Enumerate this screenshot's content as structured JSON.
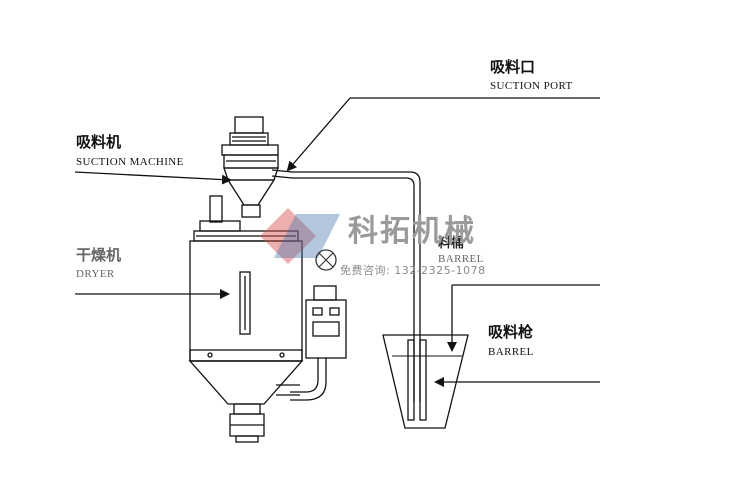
{
  "labels": {
    "suction_port_cn": "吸料口",
    "suction_port_en": "SUCTION PORT",
    "suction_machine_cn": "吸料机",
    "suction_machine_en": "SUCTION MACHINE",
    "dryer_cn": "干燥机",
    "dryer_en": "DRYER",
    "barrel_top_cn": "料桶",
    "barrel_top_en": "BARREL",
    "suction_gun_cn": "吸料枪",
    "suction_gun_en": "BARREL"
  },
  "watermark": {
    "brand": "科拓机械",
    "hotline": "免费咨询: 132-2325-1078"
  },
  "colors": {
    "line": "#111111",
    "logo_red": "#d9534f",
    "logo_blue": "#3b6aa8",
    "watermark_text": "#9a9a9a"
  }
}
